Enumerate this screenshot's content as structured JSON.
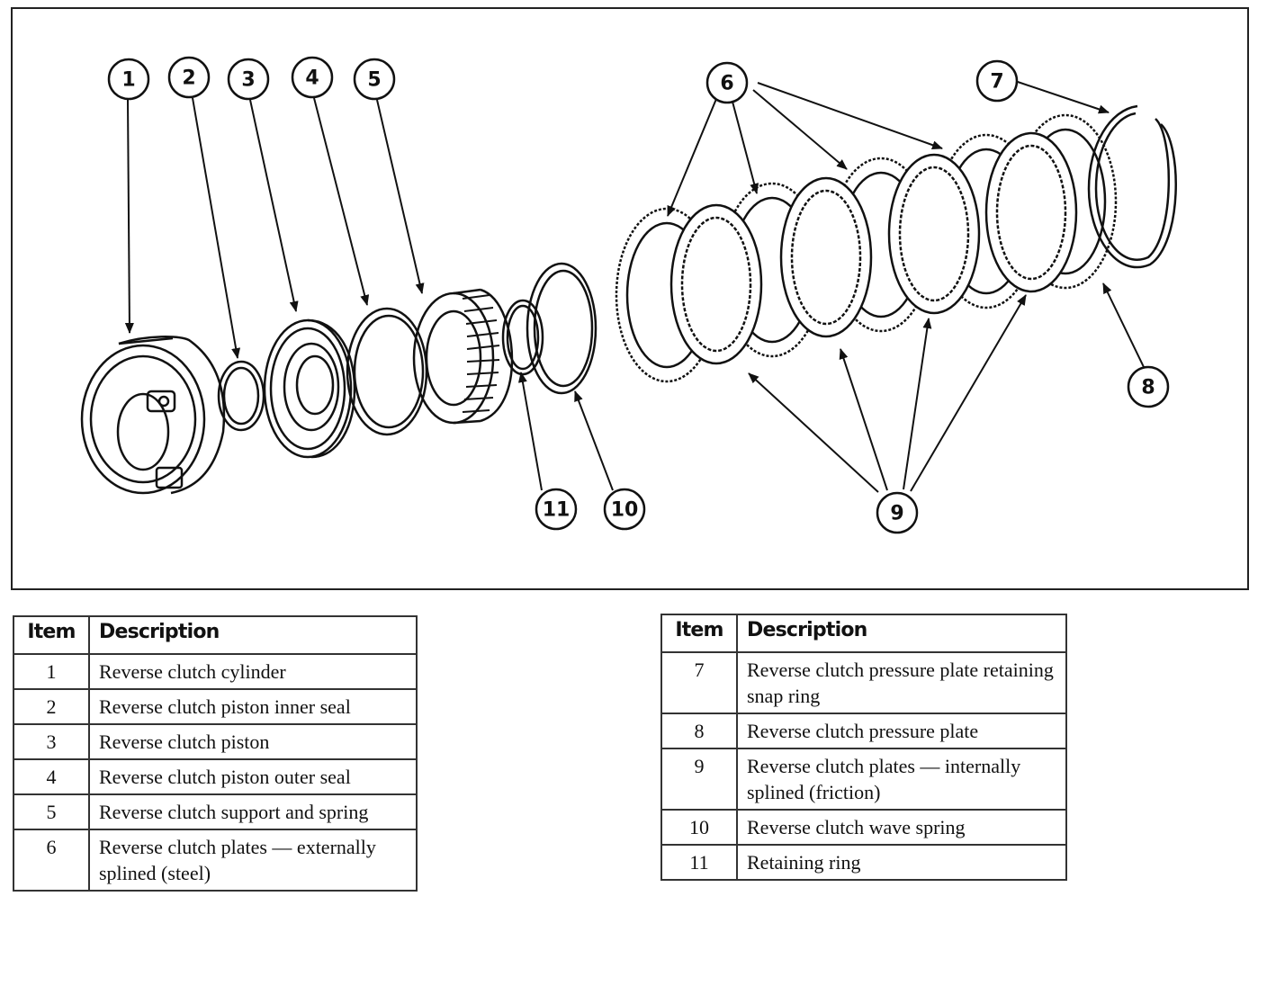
{
  "diagram": {
    "callouts": [
      "1",
      "2",
      "3",
      "4",
      "5",
      "6",
      "7",
      "8",
      "9",
      "10",
      "11"
    ]
  },
  "legend_left": {
    "header_item": "Item",
    "header_description": "Description",
    "rows": [
      {
        "item": "1",
        "description": "Reverse clutch cylinder"
      },
      {
        "item": "2",
        "description": "Reverse clutch piston inner seal"
      },
      {
        "item": "3",
        "description": "Reverse clutch piston"
      },
      {
        "item": "4",
        "description": "Reverse clutch piston outer seal"
      },
      {
        "item": "5",
        "description": "Reverse clutch support and spring"
      },
      {
        "item": "6",
        "description": "Reverse clutch plates — externally splined (steel)"
      }
    ]
  },
  "legend_right": {
    "header_item": "Item",
    "header_description": "Description",
    "rows": [
      {
        "item": "7",
        "description": "Reverse clutch pressure plate retaining snap ring"
      },
      {
        "item": "8",
        "description": "Reverse clutch pressure plate"
      },
      {
        "item": "9",
        "description": "Reverse clutch plates — internally splined (friction)"
      },
      {
        "item": "10",
        "description": "Reverse clutch wave spring"
      },
      {
        "item": "11",
        "description": "Retaining ring"
      }
    ]
  }
}
